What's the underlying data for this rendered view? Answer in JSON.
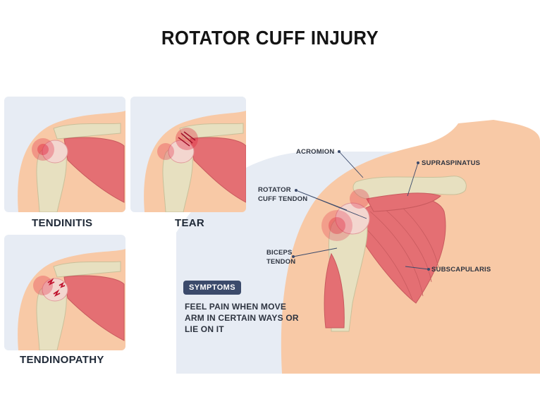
{
  "title": "ROTATOR CUFF INJURY",
  "panels": [
    {
      "caption": "TENDINITIS"
    },
    {
      "caption": "TEAR"
    },
    {
      "caption": "TENDINOPATHY"
    }
  ],
  "labels": {
    "acromion": "ACROMION",
    "supraspinatus": "SUPRASPINATUS",
    "rotator_cuff_line1": "ROTATOR",
    "rotator_cuff_line2": "CUFF TENDON",
    "biceps_line1": "BICEPS",
    "biceps_line2": "TENDON",
    "subscapularis": "SUBSCAPULARIS"
  },
  "symptoms": {
    "badge": "SYMPTOMS",
    "line1": "FEEL PAIN WHEN MOVE",
    "line2": "ARM IN CERTAIN WAYS OR",
    "line3": "LIE ON IT"
  },
  "colors": {
    "skin": "#f8c9a6",
    "muscle": "#e46f73",
    "bone": "#e7e0c0",
    "inflammation": "#e0213a",
    "panel_bg": "#e7ecf4",
    "badge": "#3b4a6b"
  }
}
